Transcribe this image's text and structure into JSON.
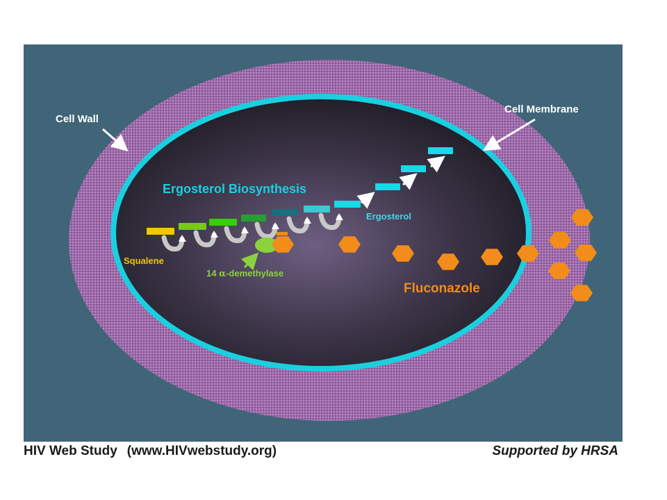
{
  "labels": {
    "cell_wall": "Cell Wall",
    "cell_membrane": "Cell Membrane",
    "title": "Ergosterol Biosynthesis",
    "squalene": "Squalene",
    "ergosterol": "Ergosterol",
    "enzyme_prefix": "14 ",
    "enzyme_alpha": "α",
    "enzyme_suffix": "-demethylase",
    "drug": "Fluconazole"
  },
  "footer": {
    "left_title": "HIV Web Study",
    "left_url": "(www.HIVwebstudy.org)",
    "right": "Supported by HRSA"
  },
  "colors": {
    "background": "#406578",
    "cell_wall": "#9a68a6",
    "membrane": "#1ad0e0",
    "cytoplasm_center": "#6e5f82",
    "cytoplasm_edge": "#1d1b24",
    "squalene": "#f0c800",
    "ergosterol_text": "#3fd8e8",
    "enzyme": "#8cd23c",
    "fluconazole": "#f28c1a",
    "intermediates": [
      "#f0c800",
      "#78c81e",
      "#34d000",
      "#22a030",
      "#1a6e7e",
      "#3ec8d2",
      "#1ad8e8",
      "#1ad8e8",
      "#1ad8e8",
      "#1ad8e8"
    ]
  },
  "icons": [
    "arrow-icon",
    "curved-arrow-icon",
    "hexagon-icon"
  ]
}
